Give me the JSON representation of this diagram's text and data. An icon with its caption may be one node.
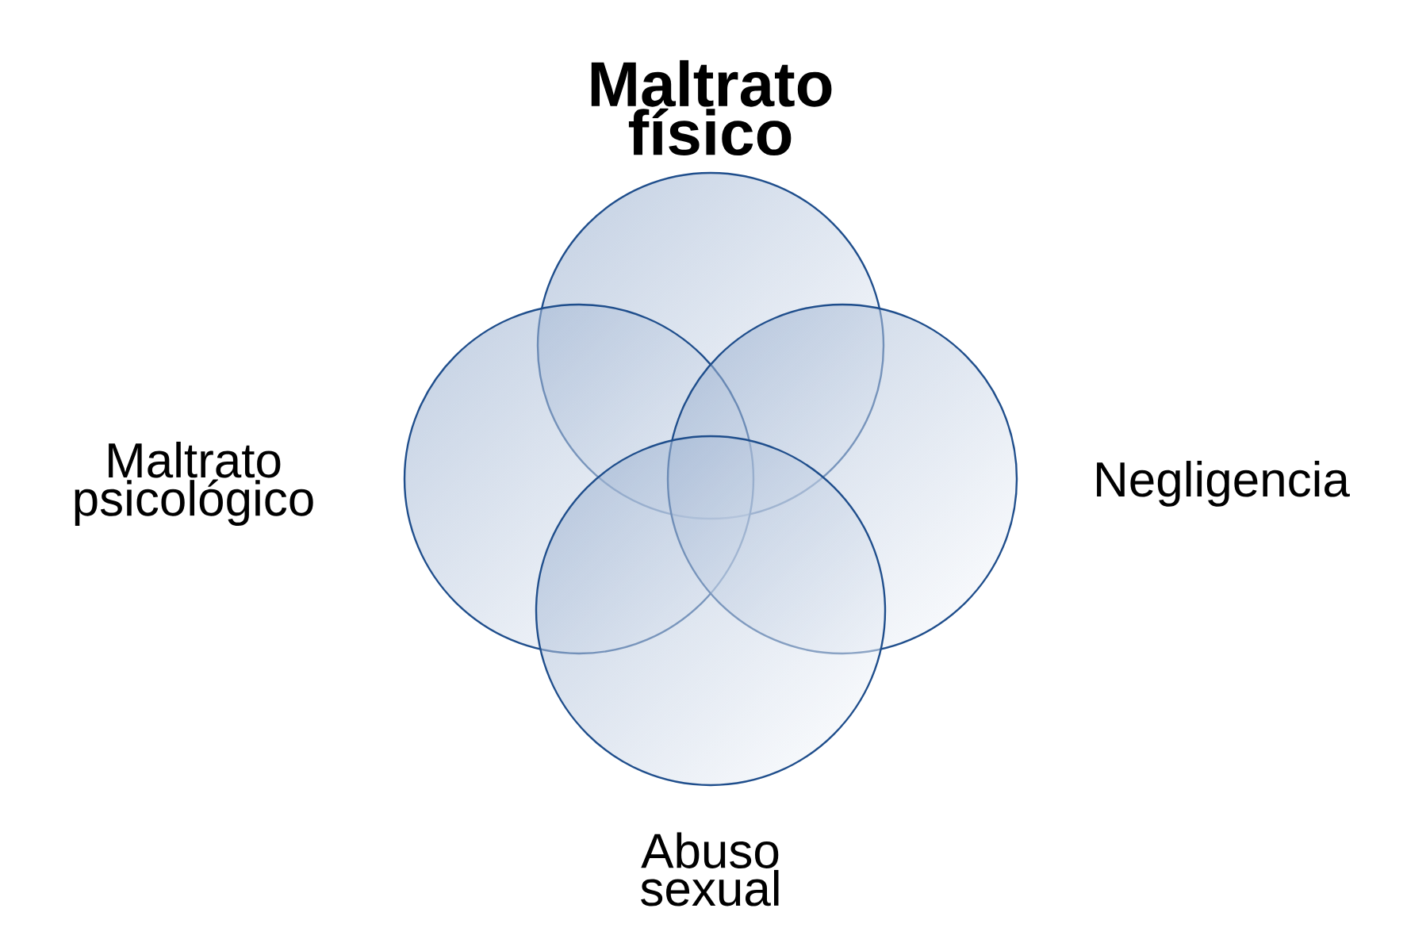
{
  "diagram": {
    "nodes": [
      {
        "text": [
          "Maltrato físico"
        ]
      },
      {
        "text": [
          "Maltrato psicológico"
        ]
      },
      {
        "text": [
          "Negligencia"
        ]
      },
      {
        "text": [
          "Abuso sexual"
        ]
      }
    ]
  }
}
